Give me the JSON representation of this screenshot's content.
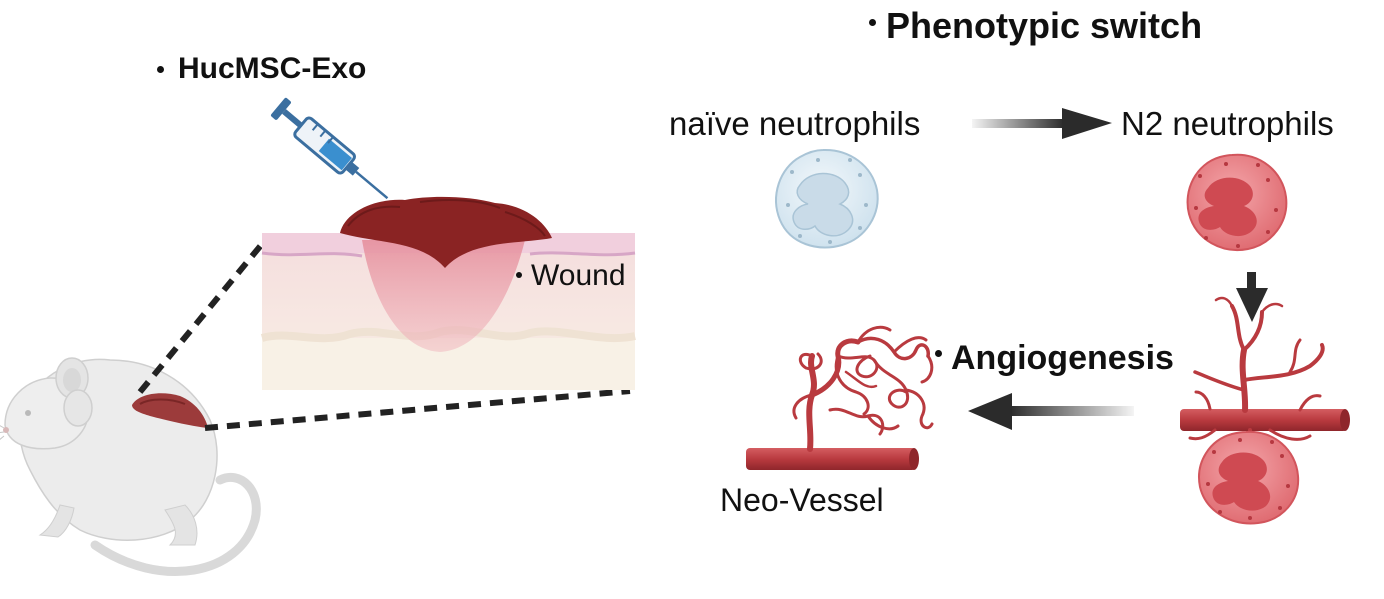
{
  "labels": {
    "injection": "HucMSC-Exo",
    "wound": "Wound",
    "switch_title": "Phenotypic switch",
    "naive": "naïve neutrophils",
    "n2": "N2 neutrophils",
    "angiogenesis": "Angiogenesis",
    "neo_vessel": "Neo-Vessel"
  },
  "colors": {
    "naive_cell": "#dbeaf3",
    "n2_cell": "#e97f84",
    "vessel": "#b93a3f",
    "wound_scab": "#8a2323",
    "arrow": "#2b2b2b"
  }
}
